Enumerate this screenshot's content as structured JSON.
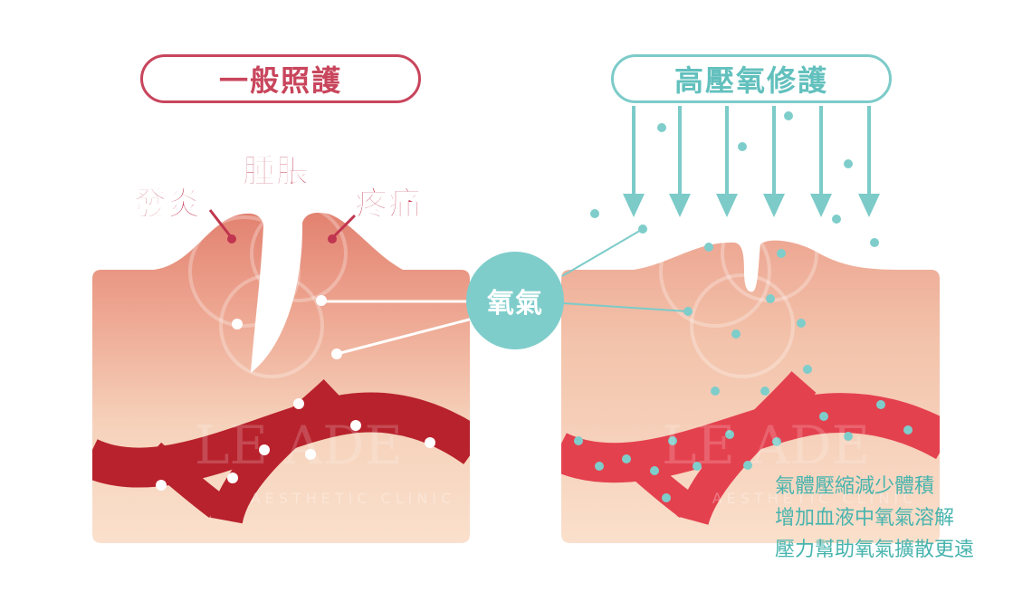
{
  "left_panel": {
    "title": "一般照護",
    "labels": {
      "inflammation": "發炎",
      "swelling": "腫脹",
      "pain": "疼痛"
    }
  },
  "right_panel": {
    "title": "高壓氧修護"
  },
  "center": {
    "oxygen_label": "氧氣"
  },
  "notes": [
    "氣體壓縮減少體積",
    "增加血液中氧氣溶解",
    "壓力幫助氧氣擴散更遠"
  ],
  "watermark": {
    "text": "LE ADE",
    "subtext": "AESTHETIC CLINIC"
  },
  "colors": {
    "left_accent": "#c8455c",
    "right_accent": "#7ccbc9",
    "skin_light": "#f8dcc6",
    "skin_dark": "#e4877a",
    "vessel_dark": "#b8222c",
    "vessel_light": "#e4414f",
    "oxygen": "#7ecdcb",
    "note_text": "#48b4ae"
  },
  "icons": [
    "pressure-arrow-icon",
    "oxygen-dot-icon",
    "pointer-dot-icon"
  ]
}
